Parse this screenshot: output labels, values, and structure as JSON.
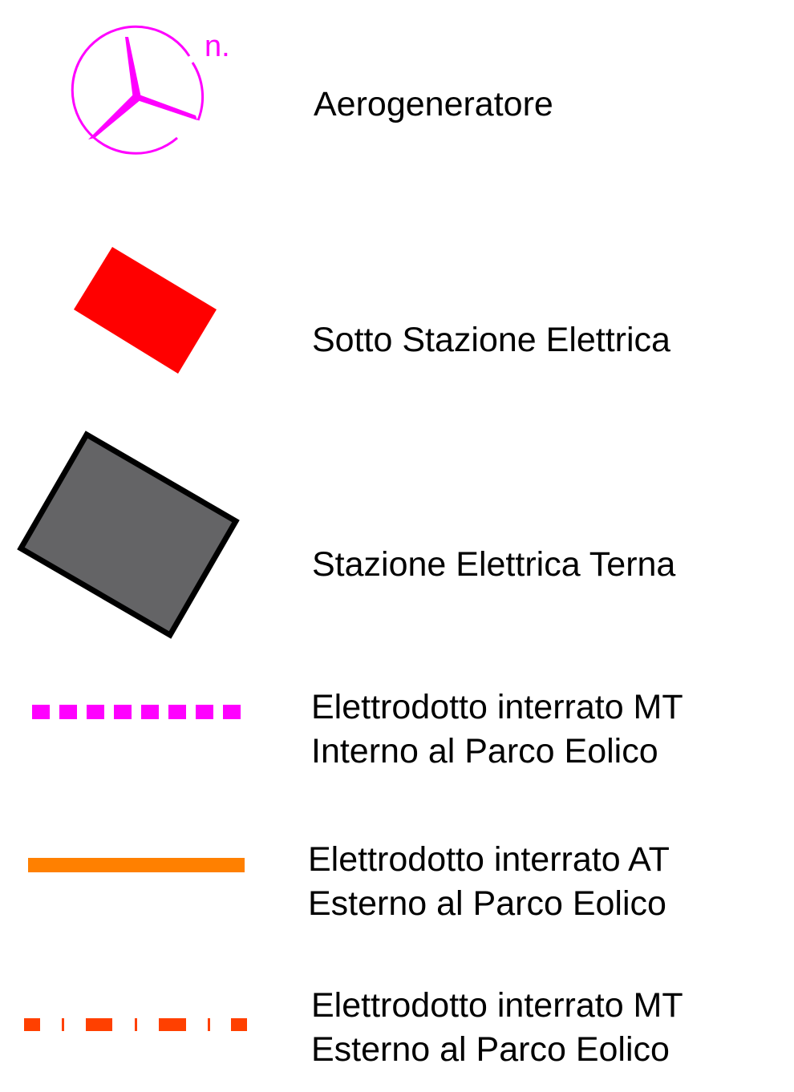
{
  "legend": {
    "items": [
      {
        "id": "aerogeneratore",
        "label_lines": [
          "Aerogeneratore"
        ],
        "symbol_text": "n.",
        "color": "#ff00ff"
      },
      {
        "id": "sotto-stazione",
        "label_lines": [
          "Sotto Stazione Elettrica"
        ],
        "color": "#ff0000"
      },
      {
        "id": "stazione-terna",
        "label_lines": [
          "Stazione Elettrica Terna"
        ],
        "color": "#646466",
        "stroke": "#000000"
      },
      {
        "id": "mt-interno",
        "label_lines": [
          "Elettrodotto interrato MT",
          "Interno al Parco Eolico"
        ],
        "color": "#ff00ff"
      },
      {
        "id": "at-esterno",
        "label_lines": [
          "Elettrodotto interrato AT",
          "Esterno al Parco Eolico"
        ],
        "color": "#ff8000"
      },
      {
        "id": "mt-esterno",
        "label_lines": [
          "Elettrodotto interrato MT",
          "Esterno al Parco Eolico"
        ],
        "color": "#ff4000"
      }
    ]
  }
}
